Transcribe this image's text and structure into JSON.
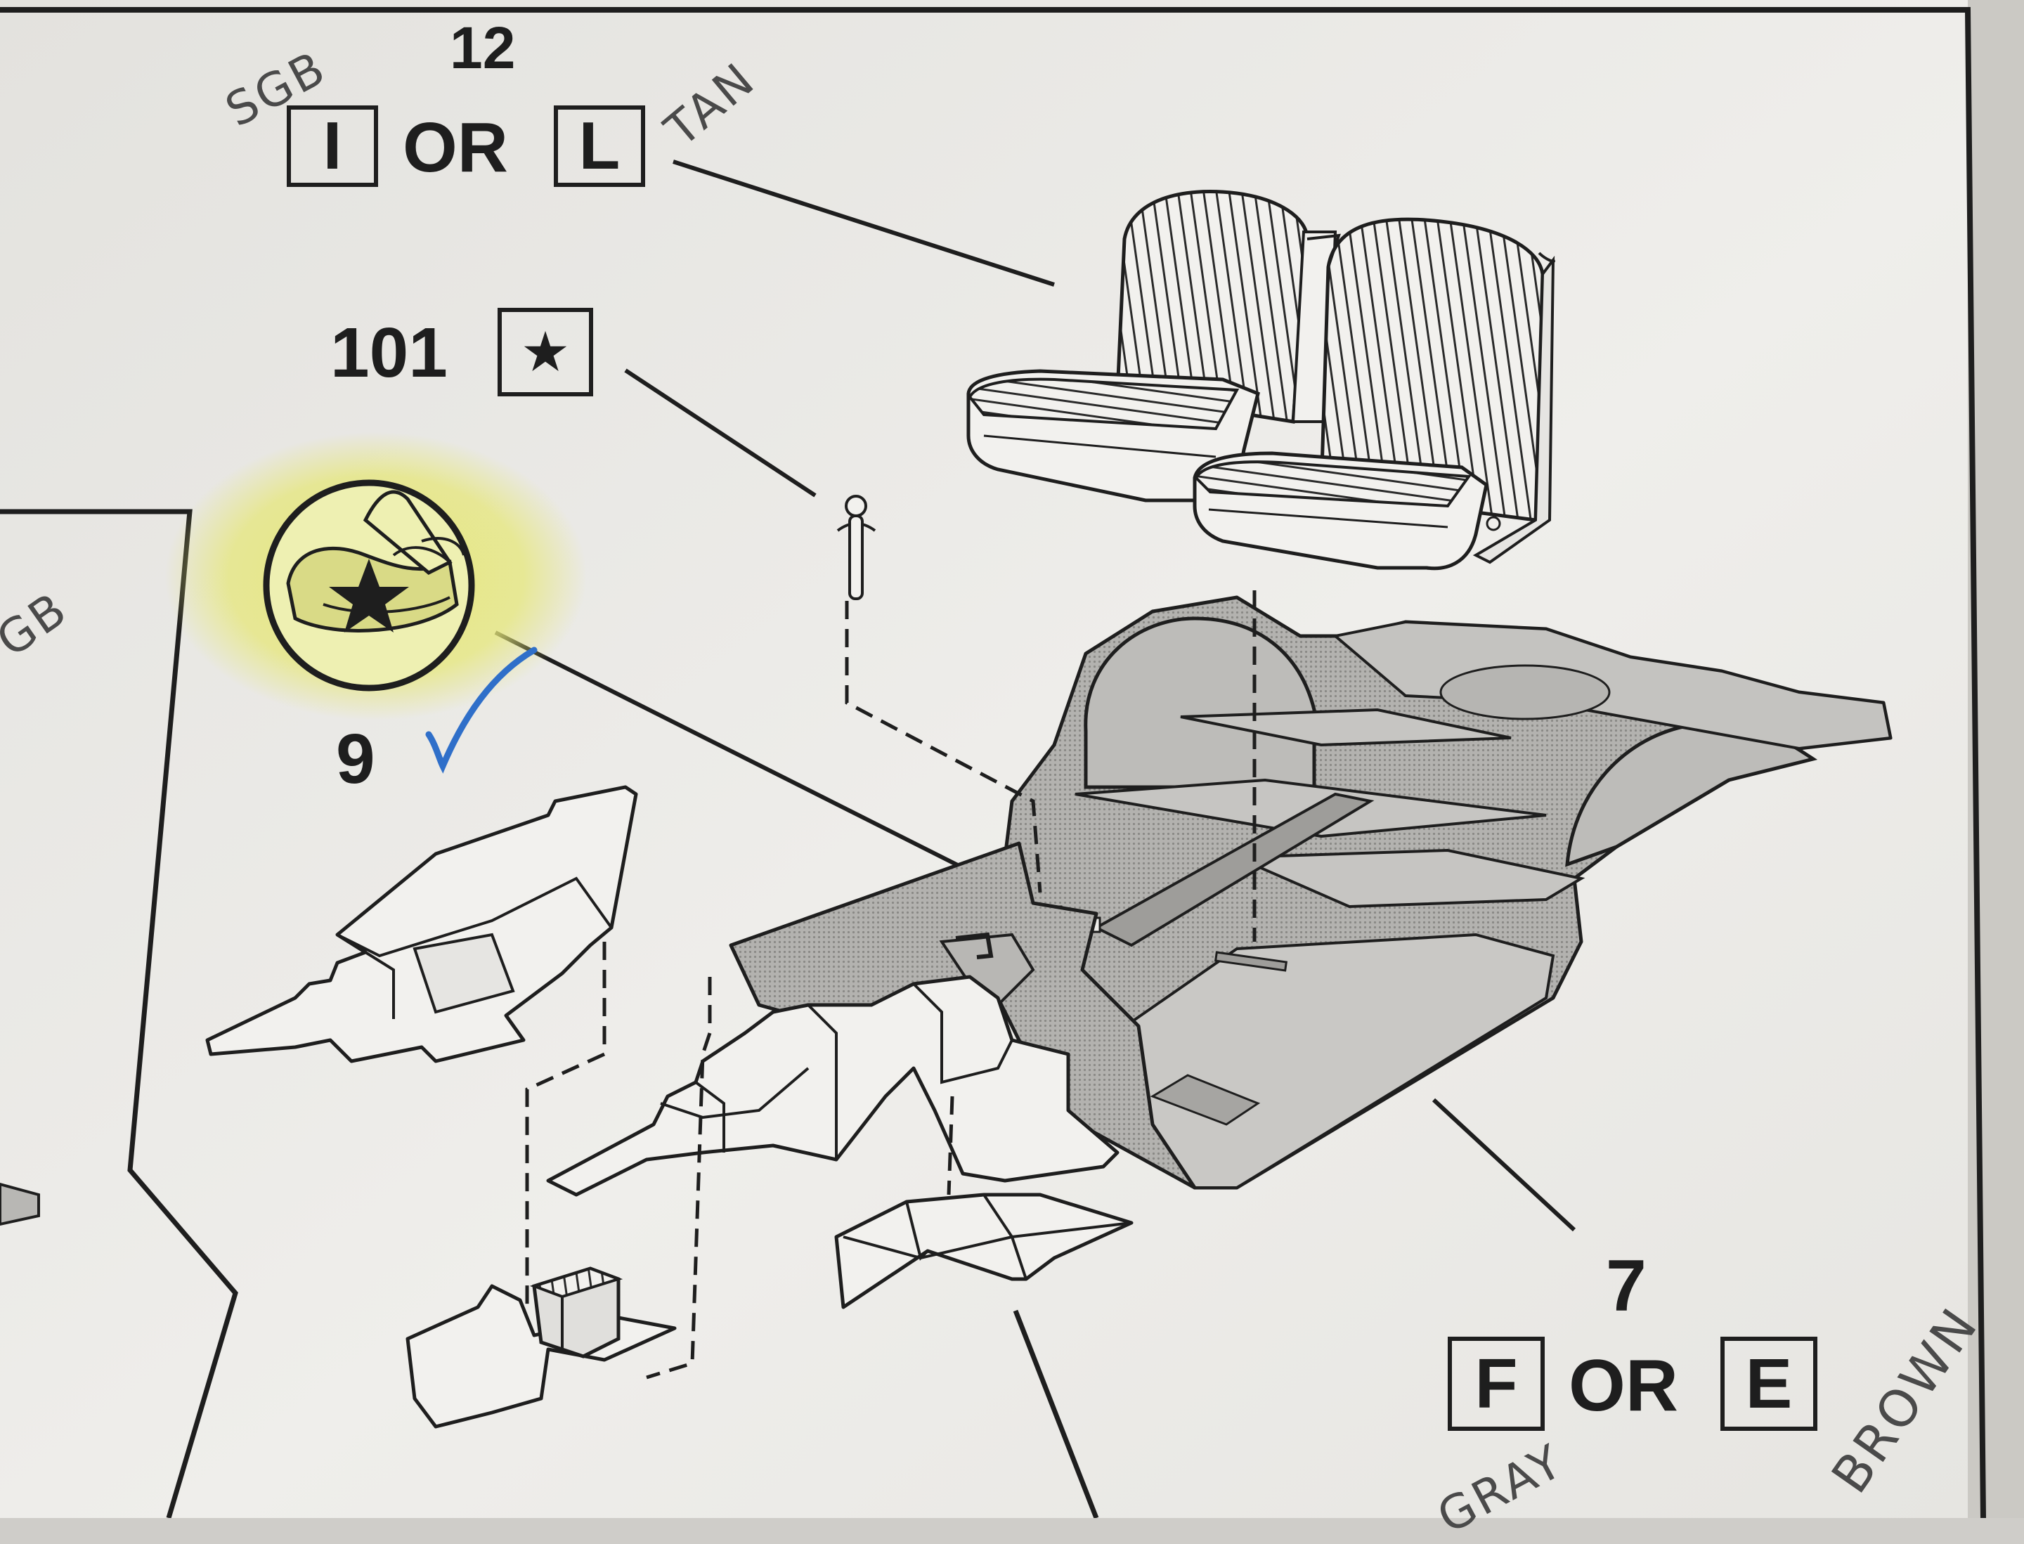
{
  "callouts": {
    "seat": {
      "number": "12",
      "part_a": "I",
      "or": "OR",
      "part_b": "L"
    },
    "pin": {
      "number": "101",
      "mark": "★"
    },
    "glue": {
      "number": "9",
      "check": "✓"
    },
    "floor": {
      "number": "7",
      "part_a": "F",
      "or": "OR",
      "part_b": "E"
    }
  },
  "handwriting": {
    "seat_left": "SGB",
    "seat_right": "TAN",
    "left_edge": "GB",
    "floor_left": "GRAY",
    "floor_right": "BROWN"
  },
  "colors": {
    "paper": "#eeedea",
    "ink": "#1e1e1e",
    "part_fill": "#a9a8a6",
    "highlight": "#e4e680",
    "check_ink": "#2f6fc9"
  },
  "icons": [
    "glue-icon",
    "star-icon",
    "checkmark-icon"
  ]
}
